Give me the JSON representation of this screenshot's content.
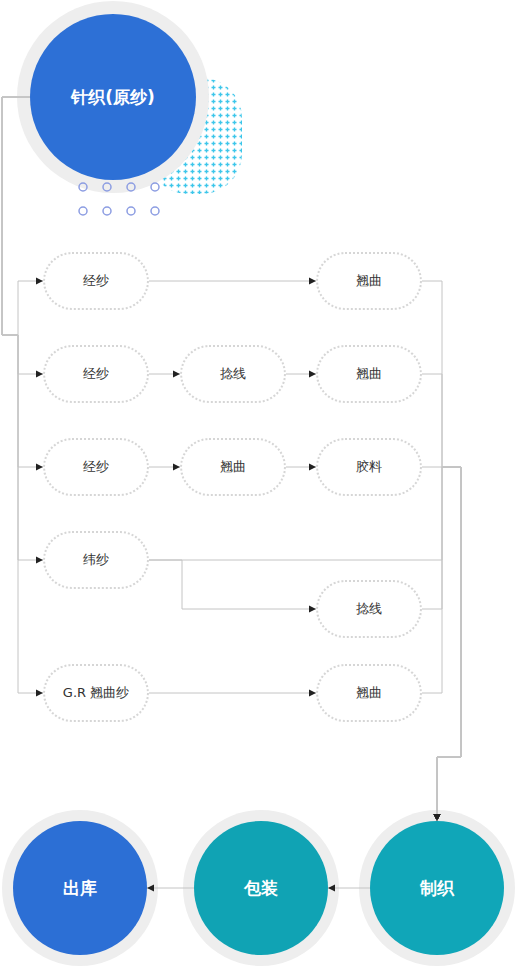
{
  "diagram": {
    "nodes": [
      {
        "text": [
          "针织(原纱)"
        ]
      },
      {
        "text": [
          "经纱"
        ]
      },
      {
        "text": [
          "翘曲"
        ]
      },
      {
        "text": [
          "经纱"
        ]
      },
      {
        "text": [
          "捻线"
        ]
      },
      {
        "text": [
          "翘曲"
        ]
      },
      {
        "text": [
          "经纱"
        ]
      },
      {
        "text": [
          "翘曲"
        ]
      },
      {
        "text": [
          "胶料"
        ]
      },
      {
        "text": [
          "纬纱"
        ]
      },
      {
        "text": [
          "捻线"
        ]
      },
      {
        "text": [
          "G.R 翘曲纱"
        ]
      },
      {
        "text": [
          "翘曲"
        ]
      },
      {
        "text": [
          "制织"
        ]
      },
      {
        "text": [
          "包装"
        ]
      },
      {
        "text": [
          "出库"
        ]
      }
    ],
    "edges": [
      {
        "from": 0,
        "to": 1,
        "arrow": "to"
      },
      {
        "from": 0,
        "to": 3,
        "arrow": "to"
      },
      {
        "from": 0,
        "to": 6,
        "arrow": "to"
      },
      {
        "from": 0,
        "to": 9,
        "arrow": "to"
      },
      {
        "from": 0,
        "to": 11,
        "arrow": "to"
      },
      {
        "from": 1,
        "to": 2,
        "arrow": "to"
      },
      {
        "from": 3,
        "to": 4,
        "arrow": "to"
      },
      {
        "from": 4,
        "to": 5,
        "arrow": "to"
      },
      {
        "from": 6,
        "to": 7,
        "arrow": "to"
      },
      {
        "from": 7,
        "to": 8,
        "arrow": "to"
      },
      {
        "from": 9,
        "to": 10,
        "arrow": "to"
      },
      {
        "from": 11,
        "to": 12,
        "arrow": "to"
      },
      {
        "from": 2,
        "to": 13,
        "arrow": "to"
      },
      {
        "from": 5,
        "to": 13,
        "arrow": "to"
      },
      {
        "from": 8,
        "to": 13,
        "arrow": "to"
      },
      {
        "from": 9,
        "to": 13,
        "arrow": "to"
      },
      {
        "from": 10,
        "to": 13,
        "arrow": "to"
      },
      {
        "from": 12,
        "to": 13,
        "arrow": "to"
      },
      {
        "from": 13,
        "to": 14,
        "arrow": "to"
      },
      {
        "from": 14,
        "to": 15,
        "arrow": "to"
      }
    ]
  }
}
